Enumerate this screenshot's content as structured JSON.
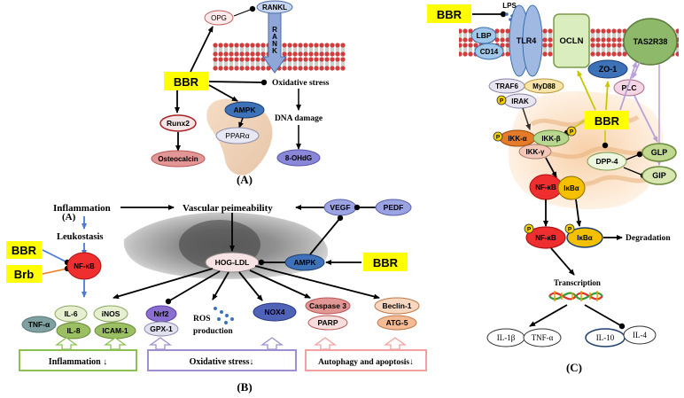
{
  "panel_a": {
    "label": "(A)",
    "opg": "OPG",
    "rankl": "RANKL",
    "rank": "RANK",
    "bbr": "BBR",
    "oxidative_stress": "Oxidative stress",
    "ampk": "AMPK",
    "runx2": "Runx2",
    "pparg": "PPARα",
    "dna_damage": "DNA damage",
    "osteocalcin": "Osteocalcin",
    "ohdg": "8-OHdG"
  },
  "panel_b": {
    "label": "(B)",
    "inflammation": "Inflammation",
    "a_ref": "(A)",
    "vascular": "Vascular peimeability",
    "vegf": "VEGF",
    "pedf": "PEDF",
    "leukostasis": "Leukostasis",
    "bbr": "BBR",
    "brb": "Brb",
    "nfkb": "NF-κB",
    "hog_ldl": "HOG-LDL",
    "ampk": "AMPK",
    "bbr2": "BBR",
    "il6": "IL-6",
    "inos": "iNOS",
    "tnfa": "TNF-α",
    "il8": "IL-8",
    "icam1": "ICAM-1",
    "nrf2": "Nrf2",
    "gpx1": "GPX-1",
    "ros_line1": "ROS",
    "ros_line2": "production",
    "nox4": "NOX4",
    "caspase3": "Caspase 3",
    "parp": "PARP",
    "beclin1": "Beclin-1",
    "atg5": "ATG-5",
    "box_inflammation": "Inflammation ↓",
    "box_oxidative": "Oxidative stress↓",
    "box_autophagy": "Autophagy and apoptosis↓"
  },
  "panel_c": {
    "label": "(C)",
    "bbr": "BBR",
    "lps": "LPS",
    "lbp": "LBP",
    "cd14": "CD14",
    "tlr4": "TLR4",
    "ocln": "OCLN",
    "tas2r38": "TAS2R38",
    "zo1": "ZO-1",
    "traf6": "TRAF6",
    "myd88": "MyD88",
    "irak": "IRAK",
    "plc": "PLC",
    "bbr_center": "BBR",
    "ikka": "IKK-α",
    "ikkb": "IKK-β",
    "ikkg": "IKK-γ",
    "dpp4": "DPP-4",
    "glp": "GLP",
    "gip": "GIP",
    "nfkb": "NF-κB",
    "ikba": "IκBα",
    "nfkb_p": "NF-κB",
    "ikba_p": "IκBα",
    "degradation": "Degradation",
    "transcription": "Transcription",
    "il1b": "IL-1β",
    "tnfa": "TNF-α",
    "il10": "IL-10",
    "il4": "IL-4",
    "p": "P"
  },
  "colors": {
    "bbr_yellow": "#ffff00",
    "membrane_red": "#d63b3b",
    "nfkb_red": "#f03030",
    "ampk_blue": "#3a6fb7",
    "inflammation_box": "#8cc152",
    "oxidative_box": "#9f8fd0",
    "autophagy_box": "#f4a0a0"
  }
}
